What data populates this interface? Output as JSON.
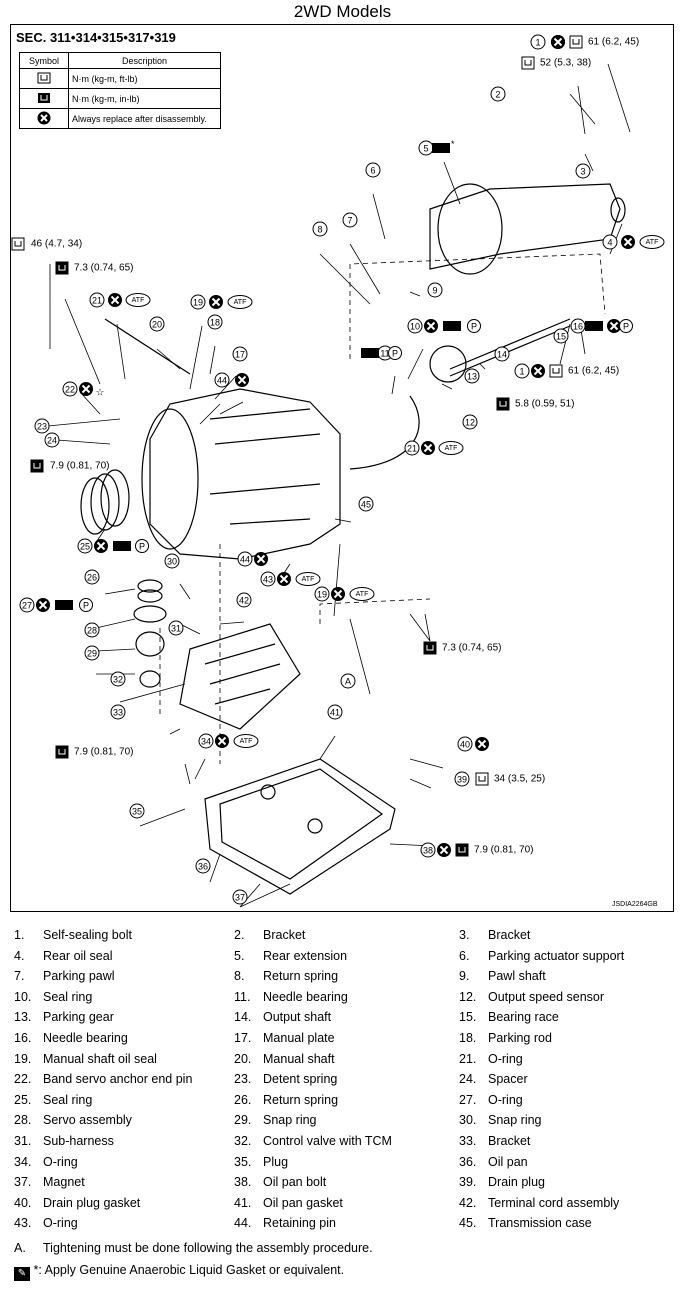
{
  "title": "2WD Models",
  "section": "SEC. 311•314•315•317•319",
  "symbol_table": {
    "headers": [
      "Symbol",
      "Description"
    ],
    "rows": [
      {
        "icon": "torque-wrench-icon",
        "desc": "N·m (kg-m, ft-lb)"
      },
      {
        "icon": "torque-wrench-small-icon",
        "desc": "N·m (kg-m, in-lb)"
      },
      {
        "icon": "replace-x-icon",
        "desc": "Always replace after disassembly."
      }
    ]
  },
  "torque_labels": {
    "t61_top": "61 (6.2, 45)",
    "t52": "52 (5.3, 38)",
    "t46": "46 (4.7, 34)",
    "t73_left": "7.3 (0.74, 65)",
    "t61_mid": "61 (6.2, 45)",
    "t58": "5.8 (0.59, 51)",
    "t79_left": "7.9 (0.81, 70)",
    "t73_right": "7.3 (0.74, 65)",
    "t79_bottom": "7.9 (0.81, 70)",
    "t34": "34 (3.5, 25)",
    "t79_right": "7.9 (0.81, 70)"
  },
  "marks": {
    "atf": "ATF",
    "p": "P",
    "a": "A",
    "star": "☆",
    "asterisk": "*"
  },
  "image_code": "JSDIA2264GB",
  "callouts": [
    "1",
    "2",
    "3",
    "4",
    "5",
    "6",
    "7",
    "8",
    "9",
    "10",
    "11",
    "12",
    "13",
    "14",
    "15",
    "16",
    "17",
    "18",
    "19",
    "20",
    "21",
    "22",
    "23",
    "24",
    "25",
    "26",
    "27",
    "28",
    "29",
    "30",
    "31",
    "32",
    "33",
    "34",
    "35",
    "36",
    "37",
    "38",
    "39",
    "40",
    "41",
    "42",
    "43",
    "44",
    "45"
  ],
  "legend": [
    {
      "n": "1.",
      "l": "Self-sealing bolt"
    },
    {
      "n": "2.",
      "l": "Bracket"
    },
    {
      "n": "3.",
      "l": "Bracket"
    },
    {
      "n": "4.",
      "l": "Rear oil seal"
    },
    {
      "n": "5.",
      "l": "Rear extension"
    },
    {
      "n": "6.",
      "l": "Parking actuator support"
    },
    {
      "n": "7.",
      "l": "Parking pawl"
    },
    {
      "n": "8.",
      "l": "Return spring"
    },
    {
      "n": "9.",
      "l": "Pawl shaft"
    },
    {
      "n": "10.",
      "l": "Seal ring"
    },
    {
      "n": "11.",
      "l": "Needle bearing"
    },
    {
      "n": "12.",
      "l": "Output speed sensor"
    },
    {
      "n": "13.",
      "l": "Parking gear"
    },
    {
      "n": "14.",
      "l": "Output shaft"
    },
    {
      "n": "15.",
      "l": "Bearing race"
    },
    {
      "n": "16.",
      "l": "Needle bearing"
    },
    {
      "n": "17.",
      "l": "Manual plate"
    },
    {
      "n": "18.",
      "l": "Parking rod"
    },
    {
      "n": "19.",
      "l": "Manual shaft oil seal"
    },
    {
      "n": "20.",
      "l": "Manual shaft"
    },
    {
      "n": "21.",
      "l": "O-ring"
    },
    {
      "n": "22.",
      "l": "Band servo anchor end pin"
    },
    {
      "n": "23.",
      "l": "Detent spring"
    },
    {
      "n": "24.",
      "l": "Spacer"
    },
    {
      "n": "25.",
      "l": "Seal ring"
    },
    {
      "n": "26.",
      "l": "Return spring"
    },
    {
      "n": "27.",
      "l": " O-ring"
    },
    {
      "n": "28.",
      "l": "Servo assembly"
    },
    {
      "n": "29.",
      "l": "Snap ring"
    },
    {
      "n": "30.",
      "l": "Snap ring"
    },
    {
      "n": "31.",
      "l": "Sub-harness"
    },
    {
      "n": "32.",
      "l": "Control valve with TCM"
    },
    {
      "n": "33.",
      "l": "Bracket"
    },
    {
      "n": "34.",
      "l": "O-ring"
    },
    {
      "n": "35.",
      "l": "Plug"
    },
    {
      "n": "36.",
      "l": "Oil pan"
    },
    {
      "n": "37.",
      "l": "Magnet"
    },
    {
      "n": "38.",
      "l": "Oil pan bolt"
    },
    {
      "n": "39.",
      "l": "Drain plug"
    },
    {
      "n": "40.",
      "l": "Drain plug gasket"
    },
    {
      "n": "41.",
      "l": "Oil pan gasket"
    },
    {
      "n": "42.",
      "l": "Terminal cord assembly"
    },
    {
      "n": "43.",
      "l": "O-ring"
    },
    {
      "n": "44.",
      "l": "Retaining pin"
    },
    {
      "n": "45.",
      "l": "Transmission case"
    }
  ],
  "note_a": {
    "n": "A.",
    "l": "Tightening must be done following the assembly procedure."
  },
  "note_b": "*: Apply Genuine Anaerobic Liquid Gasket or equivalent."
}
